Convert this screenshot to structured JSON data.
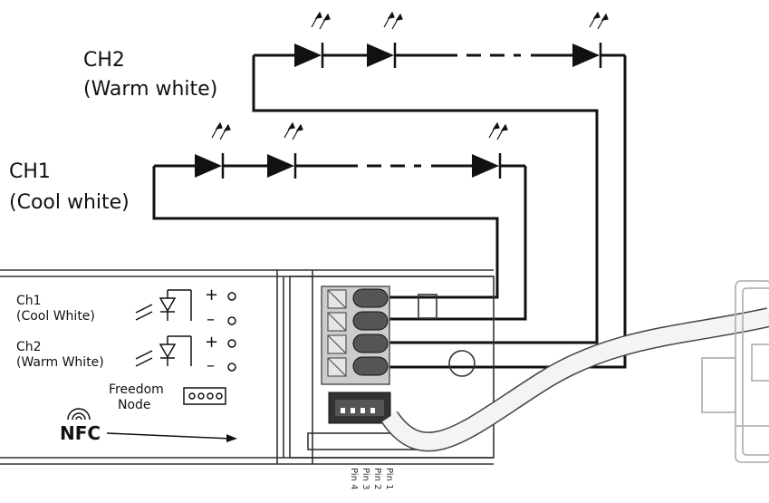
{
  "channels": {
    "ch2": {
      "name": "CH2",
      "desc": "(Warm white)"
    },
    "ch1": {
      "name": "CH1",
      "desc": "(Cool white)"
    }
  },
  "driver": {
    "ch1_name": "Ch1",
    "ch1_desc": "(Cool White)",
    "ch2_name": "Ch2",
    "ch2_desc": "(Warm White)",
    "plus": "+",
    "minus": "–",
    "freedom_line1": "Freedom",
    "freedom_line2": "Node",
    "nfc": "NFC",
    "pins": [
      "Pin 1",
      "Pin 2",
      "Pin 3",
      "Pin 4"
    ]
  },
  "colors": {
    "wire": "#111111",
    "housing": "#333333",
    "socket": "#999999",
    "device": "#b5b5b5"
  }
}
